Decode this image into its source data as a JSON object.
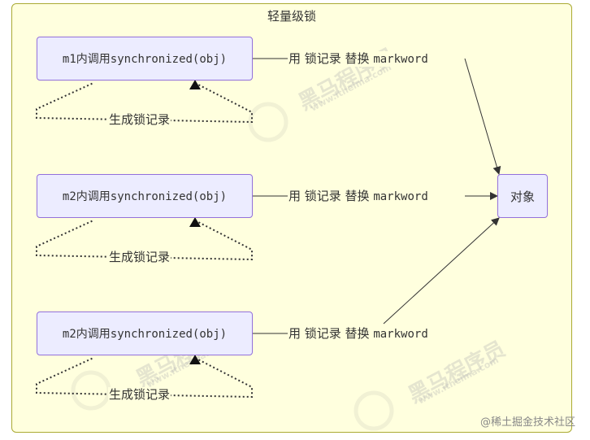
{
  "cluster": {
    "title": "轻量级锁"
  },
  "nodes": {
    "m1": "m1内调用synchronized(obj)",
    "m2a": "m2内调用synchronized(obj)",
    "m2b": "m2内调用synchronized(obj)",
    "object": "对象"
  },
  "edges": {
    "replace_prefix": "用 锁记录 替换 ",
    "replace_keyword": "markword",
    "self_loop": "生成锁记录"
  },
  "watermark": {
    "brand": "黑马程序员",
    "site": "www.itheima.com"
  },
  "footer": {
    "credit": "@稀土掘金技术社区"
  },
  "colors": {
    "cluster_fill": "#ffffde",
    "cluster_border": "#aaaa33",
    "node_fill": "#ececff",
    "node_border": "#9370db",
    "edge": "#333333"
  }
}
